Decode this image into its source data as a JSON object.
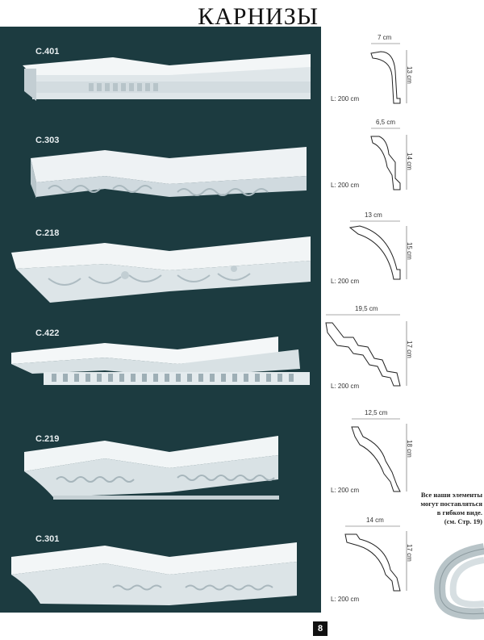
{
  "page": {
    "title": "КАРНИЗЫ",
    "page_number": "8"
  },
  "colors": {
    "panel": "#1c3b40",
    "plaster": "#e6ecef",
    "plaster_shadow": "#9fb0b6"
  },
  "cornices": [
    {
      "code": "C.401",
      "width": "7 cm",
      "height": "13 cm",
      "length": "L: 200 cm"
    },
    {
      "code": "C.303",
      "width": "6,5 cm",
      "height": "14 cm",
      "length": "L: 200 cm"
    },
    {
      "code": "C.218",
      "width": "13 cm",
      "height": "15 cm",
      "length": "L: 200 cm"
    },
    {
      "code": "C.422",
      "width": "19,5 cm",
      "height": "17 cm",
      "length": "L: 200 cm"
    },
    {
      "code": "C.219",
      "width": "12,5 cm",
      "height": "18 cm",
      "length": "L: 200 cm"
    },
    {
      "code": "C.301",
      "width": "14 cm",
      "height": "17 cm",
      "length": "L: 200 cm"
    }
  ],
  "note": {
    "line1": "Все наши элементы",
    "line2": "могут поставляться",
    "line3": "в гибком виде.",
    "line4": "(см. Стр. 19)"
  }
}
